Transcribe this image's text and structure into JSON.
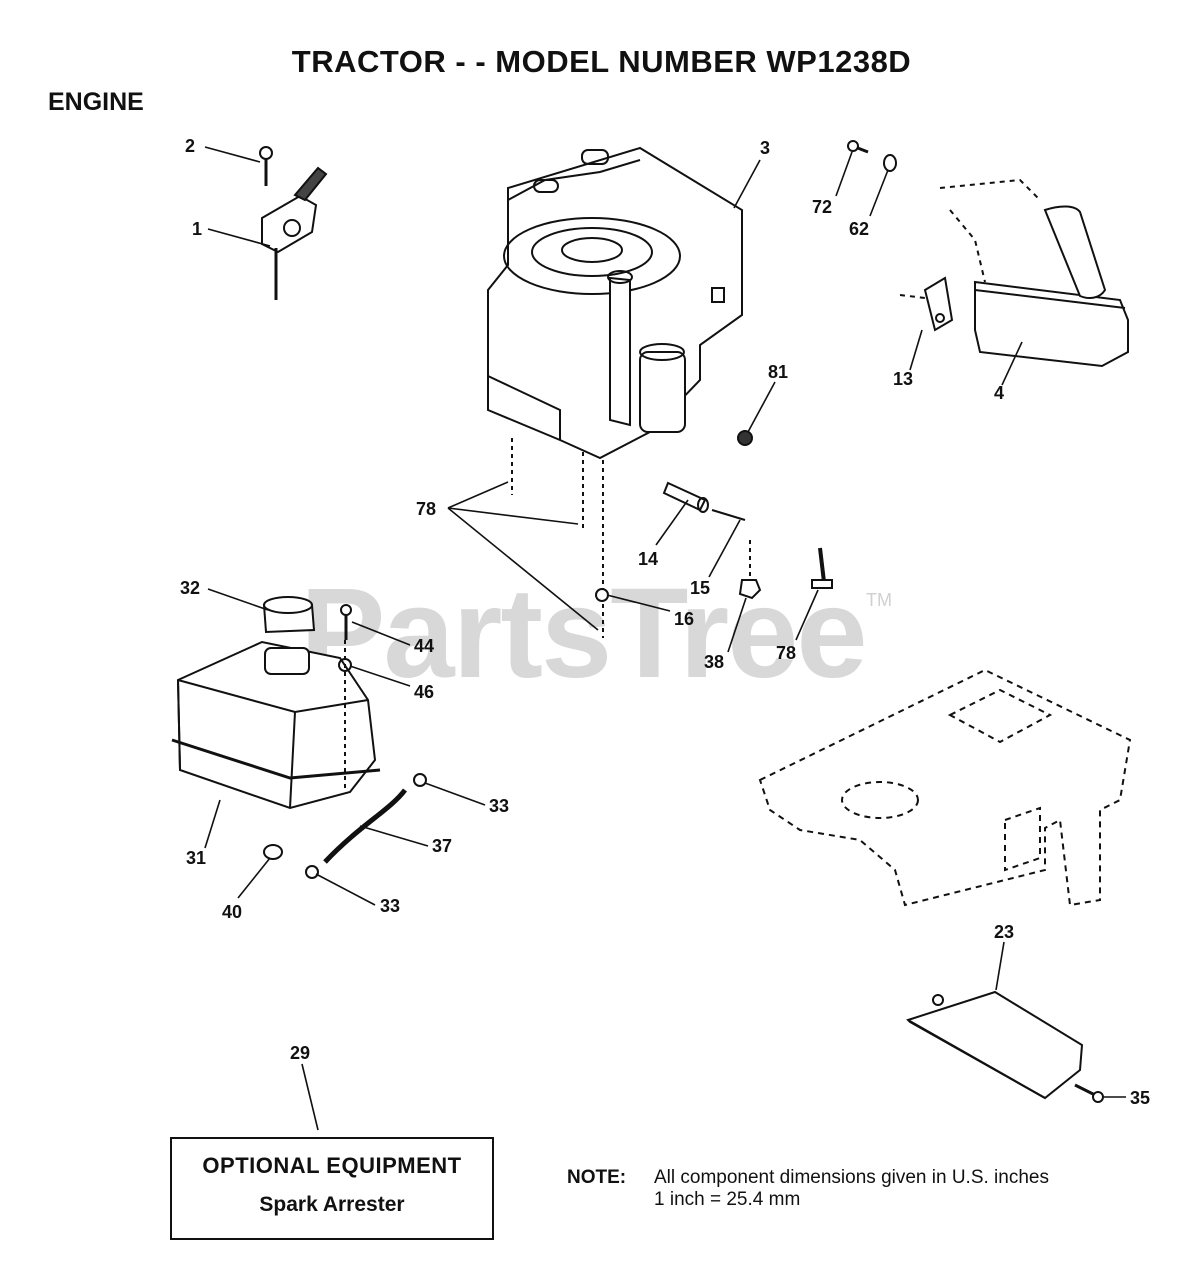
{
  "title": "TRACTOR - - MODEL NUMBER WP1238D",
  "section": "ENGINE",
  "watermark": {
    "text": "PartsTree",
    "tm": "TM"
  },
  "optional_box": {
    "heading": "OPTIONAL EQUIPMENT",
    "item": "Spark Arrester"
  },
  "note": {
    "label": "NOTE:",
    "line1": "All component dimensions given in U.S. inches",
    "line2": "1 inch = 25.4 mm"
  },
  "callouts": [
    {
      "id": "c-2",
      "label": "2"
    },
    {
      "id": "c-1",
      "label": "1"
    },
    {
      "id": "c-3",
      "label": "3"
    },
    {
      "id": "c-72",
      "label": "72"
    },
    {
      "id": "c-62",
      "label": "62"
    },
    {
      "id": "c-13",
      "label": "13"
    },
    {
      "id": "c-4",
      "label": "4"
    },
    {
      "id": "c-81",
      "label": "81"
    },
    {
      "id": "c-78a",
      "label": "78"
    },
    {
      "id": "c-14",
      "label": "14"
    },
    {
      "id": "c-15",
      "label": "15"
    },
    {
      "id": "c-16",
      "label": "16"
    },
    {
      "id": "c-38",
      "label": "38"
    },
    {
      "id": "c-78b",
      "label": "78"
    },
    {
      "id": "c-32",
      "label": "32"
    },
    {
      "id": "c-44",
      "label": "44"
    },
    {
      "id": "c-46",
      "label": "46"
    },
    {
      "id": "c-33a",
      "label": "33"
    },
    {
      "id": "c-37",
      "label": "37"
    },
    {
      "id": "c-31",
      "label": "31"
    },
    {
      "id": "c-40",
      "label": "40"
    },
    {
      "id": "c-33b",
      "label": "33"
    },
    {
      "id": "c-23",
      "label": "23"
    },
    {
      "id": "c-35",
      "label": "35"
    },
    {
      "id": "c-29",
      "label": "29"
    }
  ]
}
